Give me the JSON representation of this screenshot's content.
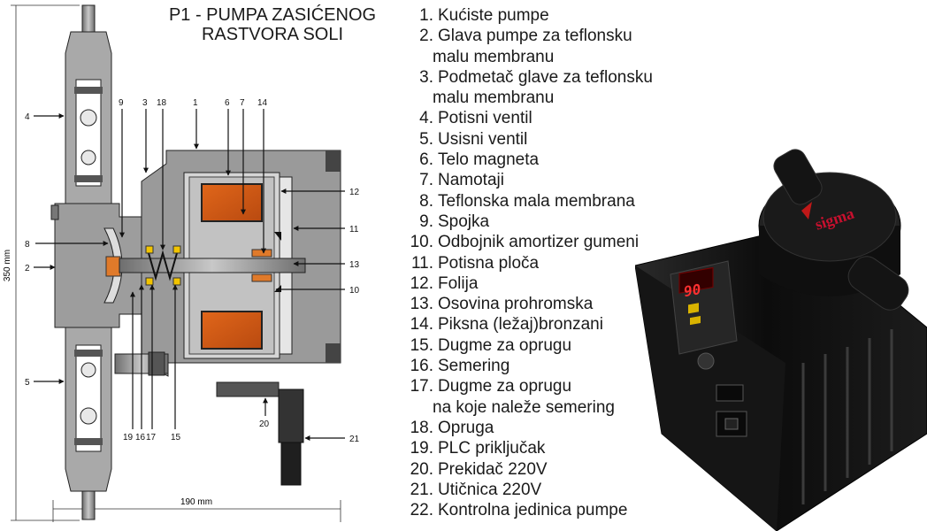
{
  "title": {
    "line1": "P1 -  PUMPA ZASIĆENOG",
    "line2": "RASTVORA SOLI"
  },
  "dimensions": {
    "height": "350 mm",
    "width": "190 mm"
  },
  "callouts": [
    "1",
    "2",
    "3",
    "4",
    "5",
    "6",
    "7",
    "8",
    "9",
    "10",
    "11",
    "12",
    "13",
    "14",
    "15",
    "16",
    "17",
    "18",
    "19",
    "20",
    "21"
  ],
  "legend": [
    {
      "num": "1.",
      "lines": [
        "Kućiste pumpe"
      ]
    },
    {
      "num": "2.",
      "lines": [
        "Glava pumpe za teflonsku",
        "malu membranu"
      ]
    },
    {
      "num": "3.",
      "lines": [
        "Podmetač glave za teflonsku",
        "malu membranu"
      ]
    },
    {
      "num": "4.",
      "lines": [
        "Potisni ventil"
      ]
    },
    {
      "num": "5.",
      "lines": [
        "Usisni ventil"
      ]
    },
    {
      "num": "6.",
      "lines": [
        "Telo magneta"
      ]
    },
    {
      "num": "7.",
      "lines": [
        "Namotaji"
      ]
    },
    {
      "num": "8.",
      "lines": [
        "Teflonska mala membrana"
      ]
    },
    {
      "num": "9.",
      "lines": [
        "Spojka"
      ]
    },
    {
      "num": "10.",
      "lines": [
        "Odbojnik amortizer gumeni"
      ]
    },
    {
      "num": "11.",
      "lines": [
        "Potisna ploča"
      ]
    },
    {
      "num": "12.",
      "lines": [
        "Folija"
      ]
    },
    {
      "num": "13.",
      "lines": [
        "Osovina prohromska"
      ]
    },
    {
      "num": "14.",
      "lines": [
        "Piksna (ležaj)bronzani"
      ]
    },
    {
      "num": "15.",
      "lines": [
        "Dugme za oprugu"
      ]
    },
    {
      "num": "16.",
      "lines": [
        "Semering"
      ]
    },
    {
      "num": "17.",
      "lines": [
        "Dugme za oprugu",
        "na koje naleže semering"
      ]
    },
    {
      "num": "18.",
      "lines": [
        "Opruga"
      ]
    },
    {
      "num": "19.",
      "lines": [
        "PLC priključak"
      ]
    },
    {
      "num": "20.",
      "lines": [
        "Prekidač 220V"
      ]
    },
    {
      "num": "21.",
      "lines": [
        "Utičnica 220V"
      ]
    },
    {
      "num": "22.",
      "lines": [
        "Kontrolna jedinica pumpe"
      ]
    }
  ],
  "photo": {
    "brand": "sigma",
    "display": "90"
  }
}
